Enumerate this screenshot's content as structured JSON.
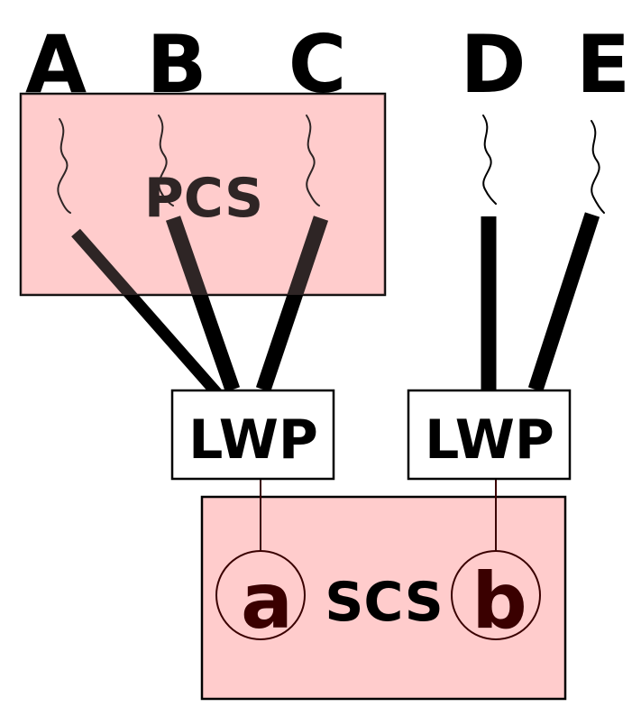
{
  "threads": {
    "a": "A",
    "b": "B",
    "c": "C",
    "d": "D",
    "e": "E"
  },
  "pcs": {
    "label": "PCS",
    "fill": "#ffcccc"
  },
  "lwp": {
    "left_label": "LWP",
    "right_label": "LWP"
  },
  "scs": {
    "label": "SCS",
    "fill": "#ffcccc",
    "cpu_a": "a",
    "cpu_b": "b",
    "cpu_text_color": "#3a0000"
  }
}
